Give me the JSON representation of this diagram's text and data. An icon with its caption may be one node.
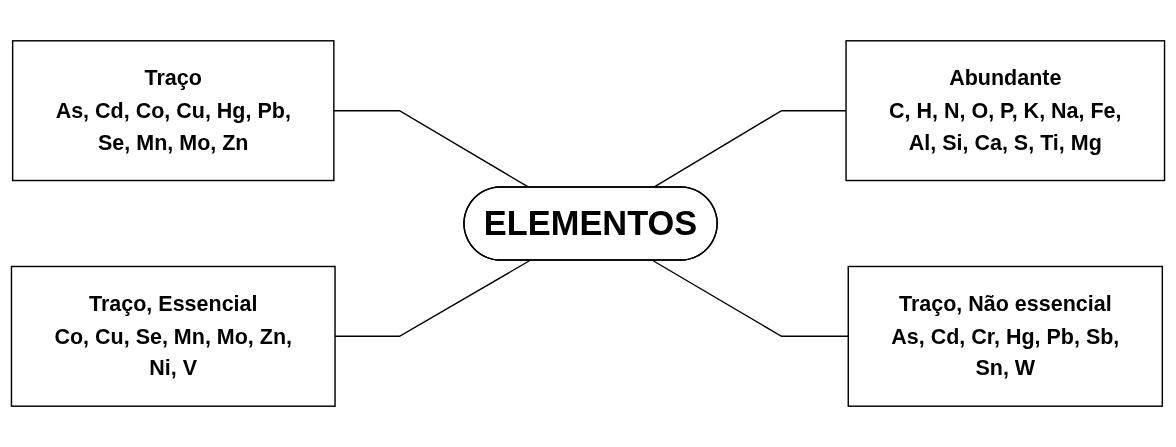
{
  "diagram": {
    "nodes": [
      {
        "text": [
          "Traço",
          "As, Cd, Co, Cu, Hg, Pb, Se, Mn, Mo, Zn"
        ]
      },
      {
        "text": [
          "Abundante",
          "C, H, N, O, P, K, Na, Fe, Al, Si, Ca, S, Ti, Mg"
        ]
      },
      {
        "text": [
          "ELEMENTOS"
        ]
      },
      {
        "text": [
          "Traço, Essencial",
          "Co, Cu, Se, Mn, Mo, Zn, Ni, V"
        ]
      },
      {
        "text": [
          "Traço, Não essencial",
          "As, Cd, Cr, Hg, Pb, Sb, Sn, W"
        ]
      }
    ],
    "edges": [
      {
        "from": 0,
        "to": 2,
        "arrow": "none"
      },
      {
        "from": 2,
        "to": 1,
        "arrow": "none"
      },
      {
        "from": 3,
        "to": 2,
        "arrow": "none"
      },
      {
        "from": 2,
        "to": 4,
        "arrow": "none"
      }
    ]
  }
}
